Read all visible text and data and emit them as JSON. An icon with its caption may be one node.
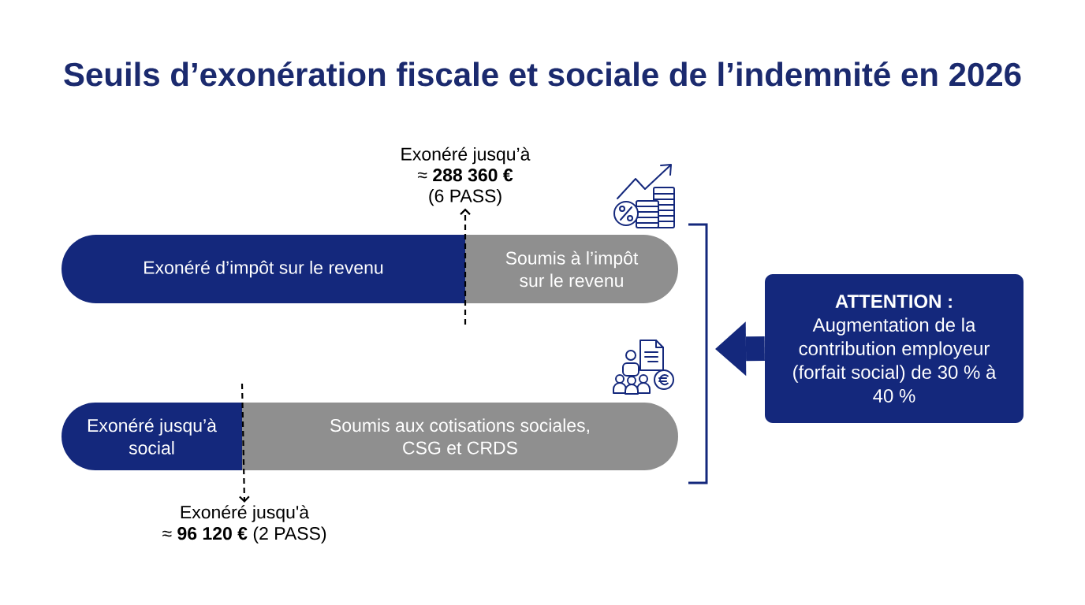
{
  "diagram": {
    "title": "Seuils d’exonération fiscale et sociale de l’indemnité en 2026",
    "nodes": [
      {
        "text": [
          "Exonéré d’impôt sur le revenu"
        ]
      },
      {
        "text": [
          "Soumis à l’impôt sur le revenu"
        ]
      },
      {
        "text": [
          "Exonéré jusqu’à ≈ **288 360 €** (6 PASS)"
        ]
      },
      {
        "text": [
          "Exonéré jusqu’à social"
        ]
      },
      {
        "text": [
          "Soumis aux cotisations sociales, CSG et CRDS"
        ]
      },
      {
        "text": [
          "Exonéré jusqu'à ≈ **96 120 €** (2 PASS)"
        ]
      },
      {
        "text": [
          "ATTENTION :",
          "Augmentation de la contribution employeur (forfait social) de 30 % à 40 %"
        ]
      }
    ],
    "edges": [
      {
        "from": null,
        "to": 2,
        "arrow": "to",
        "style": "dashed"
      },
      {
        "from": null,
        "to": 5,
        "arrow": "to",
        "style": "dashed"
      },
      {
        "from": 6,
        "to": null,
        "arrow": "to",
        "style": "thick",
        "color": "#14287c"
      }
    ]
  }
}
